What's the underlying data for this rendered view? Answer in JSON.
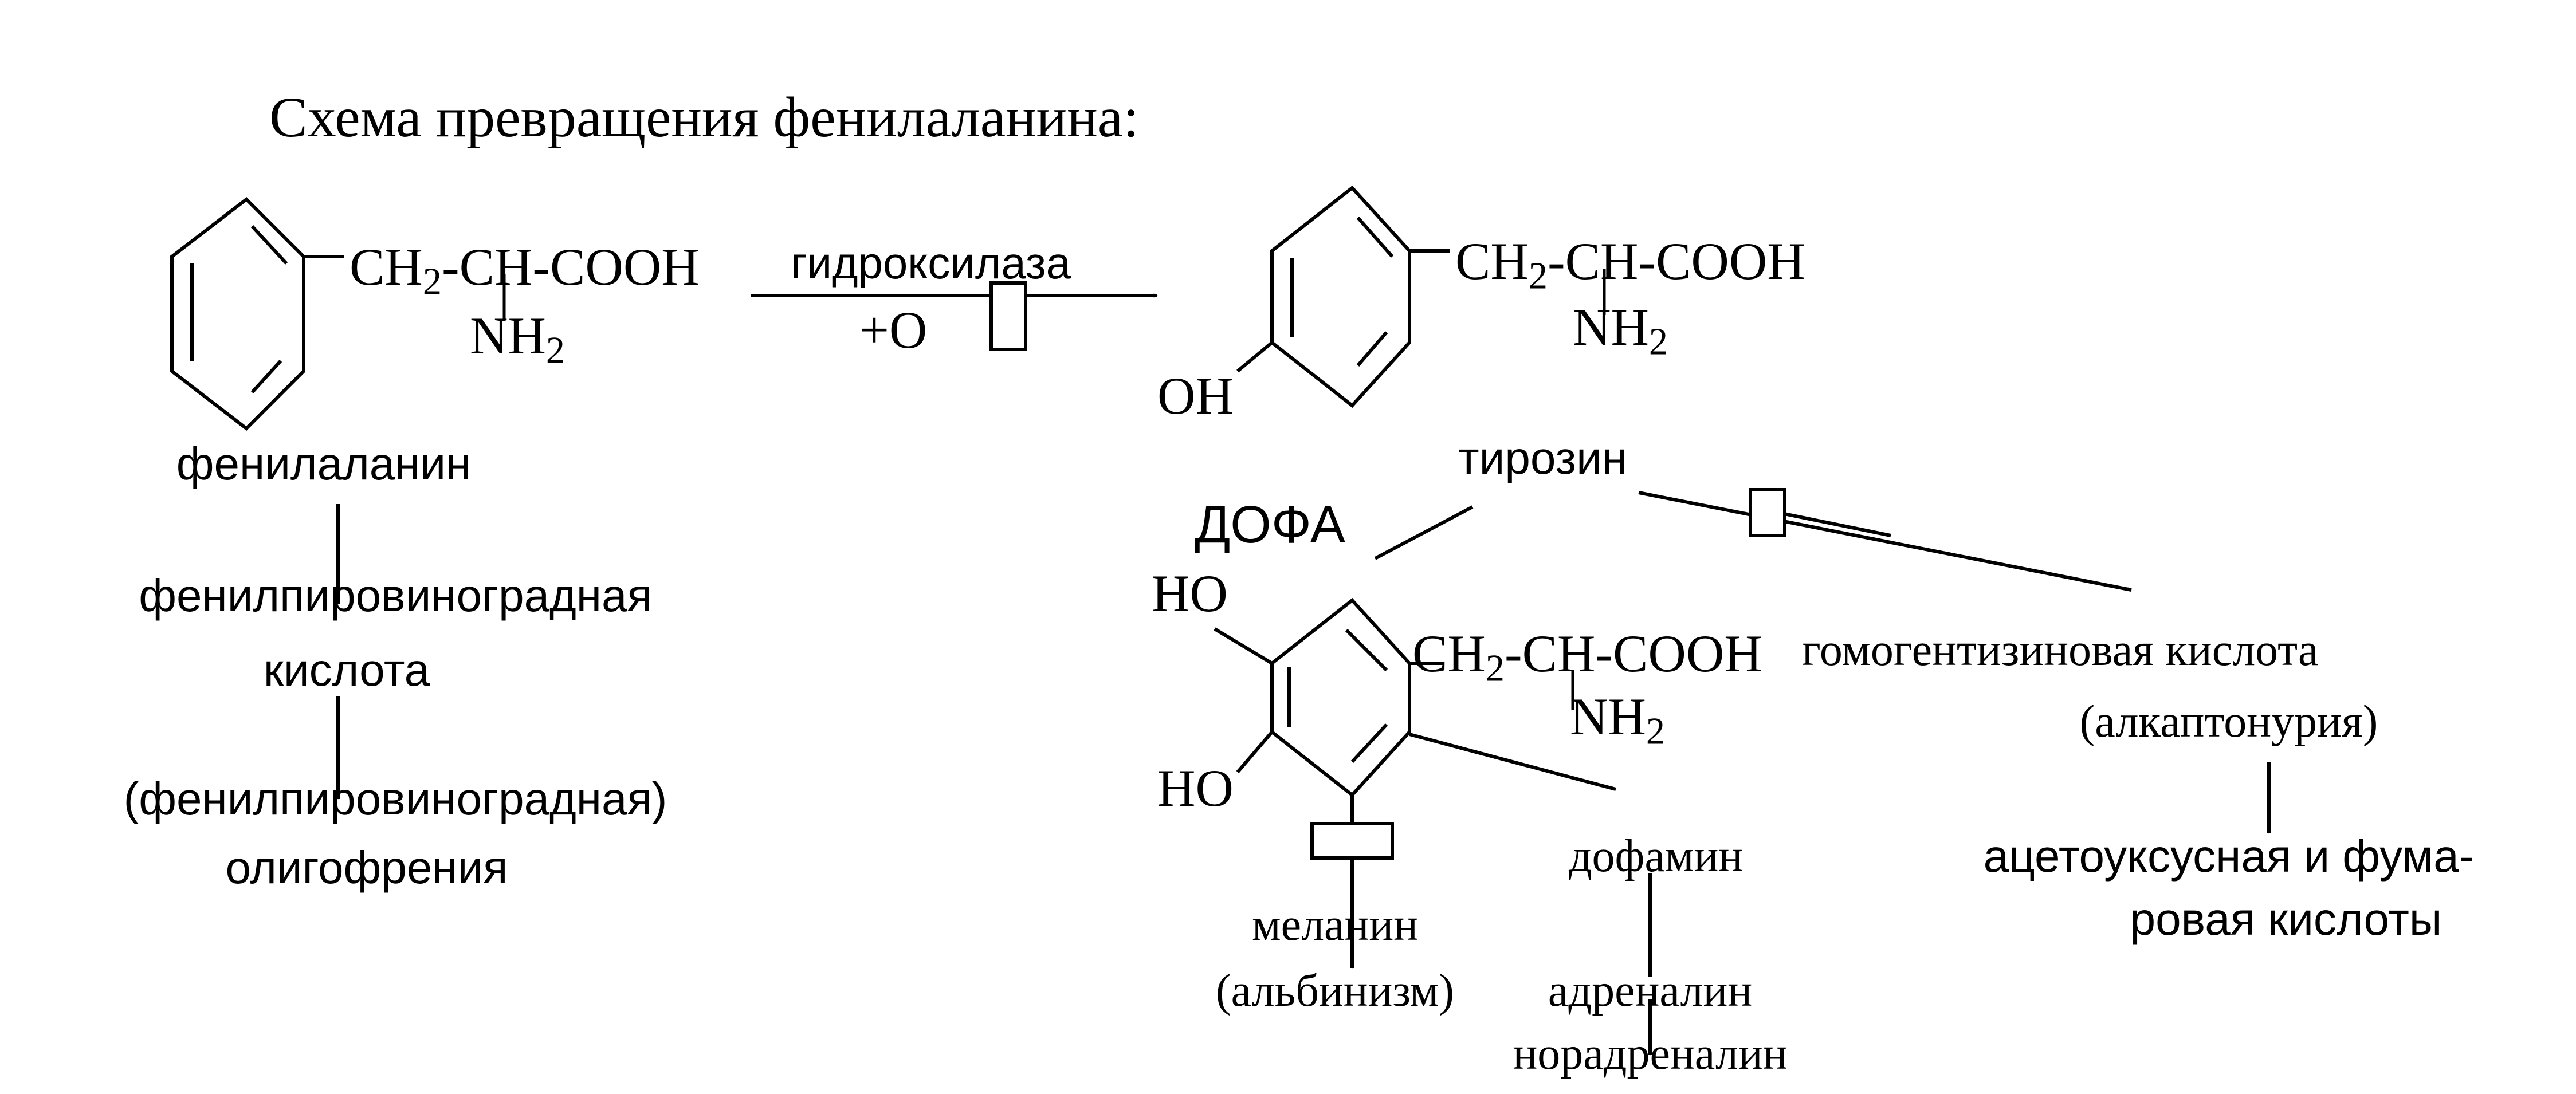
{
  "title": "Схема превращения фенилаланина:",
  "formulas": {
    "side_chain": {
      "ch": "CH",
      "two": "2",
      "rest": "-CH-COOH"
    },
    "amine": {
      "nh": "NH",
      "two": "2"
    },
    "oh": "OH",
    "ho": "HO"
  },
  "enzyme": {
    "name": "гидроксилаза",
    "cofactor": "+O"
  },
  "compounds": {
    "phenylalanine": "фенилаланин",
    "tyrosine": "тирозин",
    "dopa": "ДОФА",
    "homogentisic": "гомогентизиновая кислота",
    "alkaptonuria": "(алкаптонурия)",
    "pp_acid_line1": "фенилпировиноградная",
    "pp_acid_line2": "кислота",
    "oligo_line1": "(фенилпировиноградная)",
    "oligo_line2": "олигофрения",
    "melanin": "меланин",
    "albinism": "(альбинизм)",
    "dopamine": "дофамин",
    "adrenaline": "адреналин",
    "noradrenaline": "норадреналин",
    "aceto_line1": "ацетоуксусная и фума-",
    "aceto_line2": "ровая кислоты"
  },
  "colors": {
    "ink": "#000000",
    "background": "#ffffff"
  }
}
